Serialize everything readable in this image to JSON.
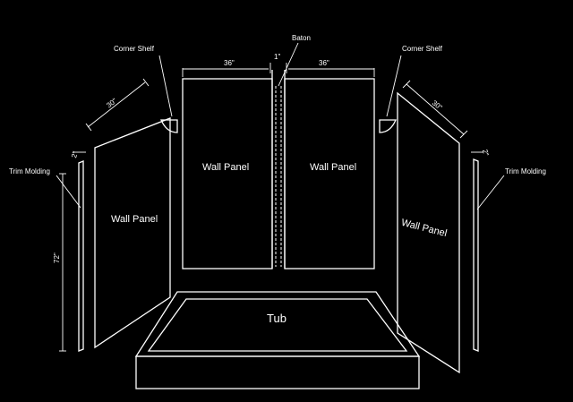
{
  "labels": {
    "corner_shelf_left": "Corner Shelf",
    "corner_shelf_right": "Corner Shelf",
    "baton": "Baton",
    "dim_back_left": "36\"",
    "dim_back_right": "36\"",
    "dim_baton": "1\"",
    "dim_side_left": "30\"",
    "dim_side_right": "30\"",
    "dim_trim_left": "2\"",
    "dim_trim_right": "2\"",
    "dim_height": "72\"",
    "trim_molding_left": "Trim Molding",
    "trim_molding_right": "Trim Molding",
    "wall_panel_back_left": "Wall Panel",
    "wall_panel_back_right": "Wall Panel",
    "wall_panel_side_left": "Wall Panel",
    "wall_panel_side_right": "Wall Panel",
    "tub": "Tub"
  },
  "colors": {
    "background": "#000000",
    "lines": "#ffffff"
  }
}
